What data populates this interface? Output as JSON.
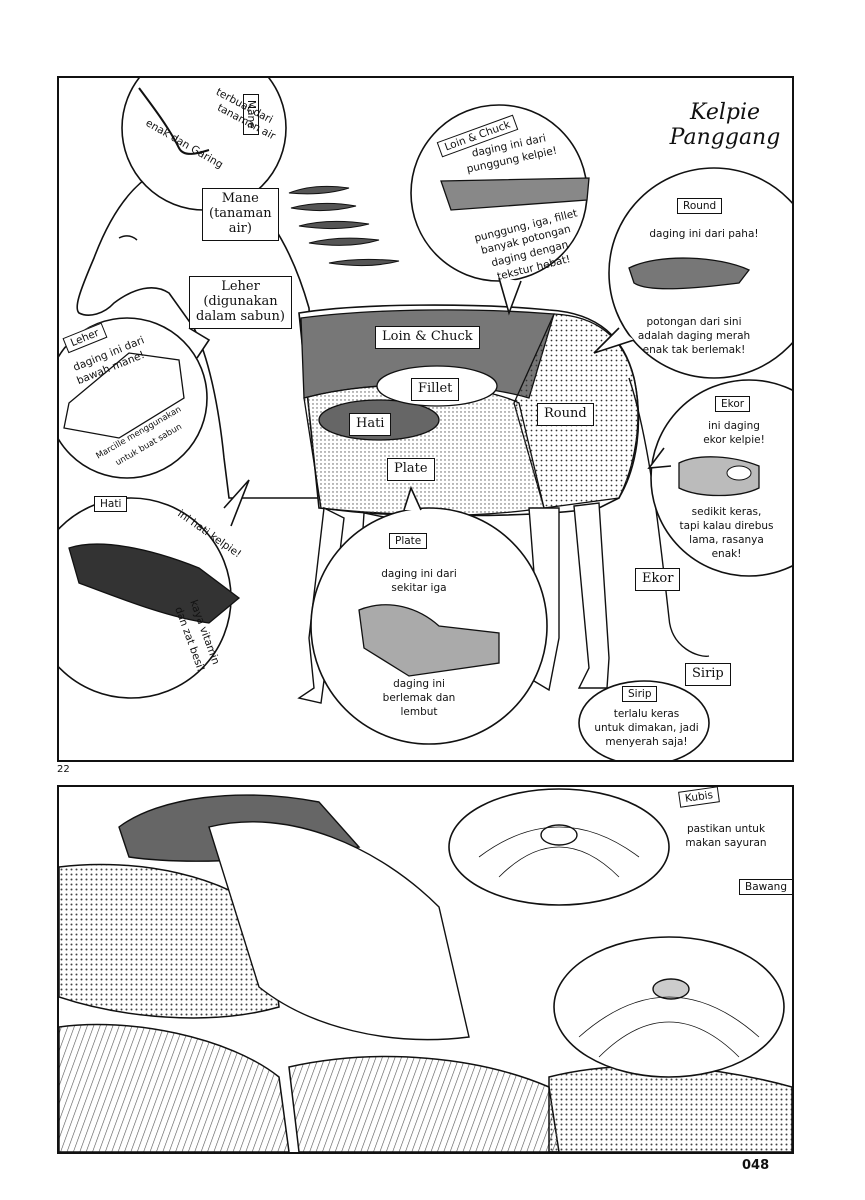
{
  "title": {
    "line1": "Kelpie",
    "line2": "Panggang"
  },
  "mane_bubble": {
    "tag": "Mane",
    "line1": "terbuat dari",
    "line2": "tanaman air",
    "line3": "enak dan Garing"
  },
  "body_labels": {
    "mane": [
      "Mane",
      "(tanaman",
      "air)"
    ],
    "leher": [
      "Leher",
      "(digunakan",
      "dalam sabun)"
    ],
    "loin_chuck": "Loin & Chuck",
    "fillet": "Fillet",
    "hati": "Hati",
    "round": "Round",
    "plate": "Plate",
    "ekor": "Ekor",
    "sirip": "Sirip"
  },
  "loin_bubble": {
    "tag": "Loin & Chuck",
    "line1": "daging ini dari",
    "line2": "punggung kelpie!",
    "line3": "punggung, iga, fillet",
    "line4": "banyak potongan",
    "line5": "daging dengan",
    "line6": "tekstur hebat!"
  },
  "round_bubble": {
    "tag": "Round",
    "line1": "daging ini dari paha!",
    "line2": "potongan dari sini",
    "line3": "adalah daging merah",
    "line4": "enak tak berlemak!"
  },
  "leher_bubble": {
    "tag": "Leher",
    "line1": "daging ini dari",
    "line2": "bawah mane!",
    "line3": "Marcille menggunakan",
    "line4": "untuk buat sabun"
  },
  "ekor_bubble": {
    "tag": "Ekor",
    "line1": "ini daging",
    "line2": "ekor kelpie!",
    "line3": "sedikit keras,",
    "line4": "tapi kalau direbus",
    "line5": "lama, rasanya",
    "line6": "enak!"
  },
  "hati_bubble": {
    "tag": "Hati",
    "line1": "ini hati kelpie!",
    "line2": "kaya vitamin",
    "line3": "dan zat besi!"
  },
  "plate_bubble": {
    "tag": "Plate",
    "line1": "daging ini dari",
    "line2": "sekitar iga",
    "line3": "daging ini",
    "line4": "berlemak dan",
    "line5": "lembut"
  },
  "sirip_bubble": {
    "tag": "Sirip",
    "line1": "terlalu keras",
    "line2": "untuk dimakan, jadi",
    "line3": "menyerah saja!"
  },
  "panel_number": "22",
  "bottom": {
    "kubis_tag": "Kubis",
    "line1": "pastikan untuk",
    "line2": "makan sayuran",
    "bawang_tag": "Bawang"
  },
  "page_number": "048"
}
